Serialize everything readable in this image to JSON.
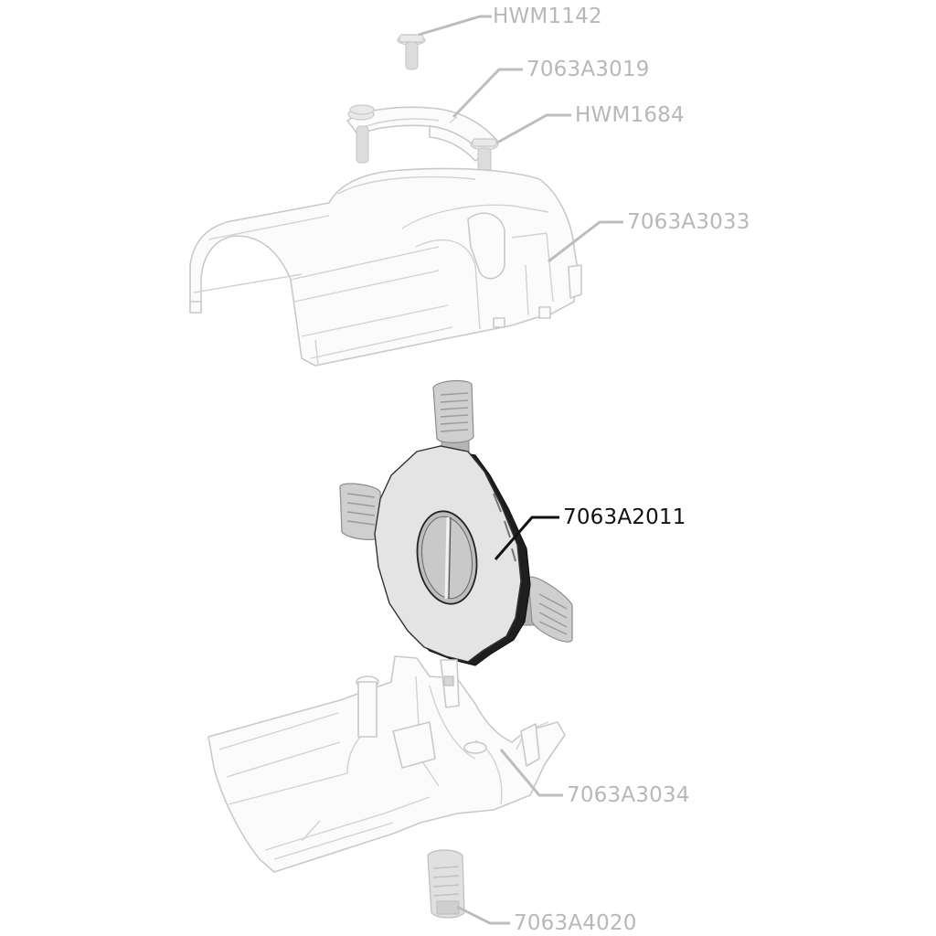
{
  "diagram": {
    "labels": [
      {
        "id": "hwm1142",
        "text": "HWM1142",
        "highlighted": false
      },
      {
        "id": "7063a3019",
        "text": "7063A3019",
        "highlighted": false
      },
      {
        "id": "hwm1684",
        "text": "HWM1684",
        "highlighted": false
      },
      {
        "id": "7063a3033",
        "text": "7063A3033",
        "highlighted": false
      },
      {
        "id": "7063a2011",
        "text": "7063A2011",
        "highlighted": true
      },
      {
        "id": "7063a3034",
        "text": "7063A3034",
        "highlighted": false
      },
      {
        "id": "7063a4020",
        "text": "7063A4020",
        "highlighted": false
      }
    ]
  },
  "colors": {
    "background": "#ffffff",
    "faded": "#b8b8b8",
    "highlight": "#111111",
    "ghost_part": "#c9c9c9",
    "disc_face": "#e4e4e4"
  }
}
